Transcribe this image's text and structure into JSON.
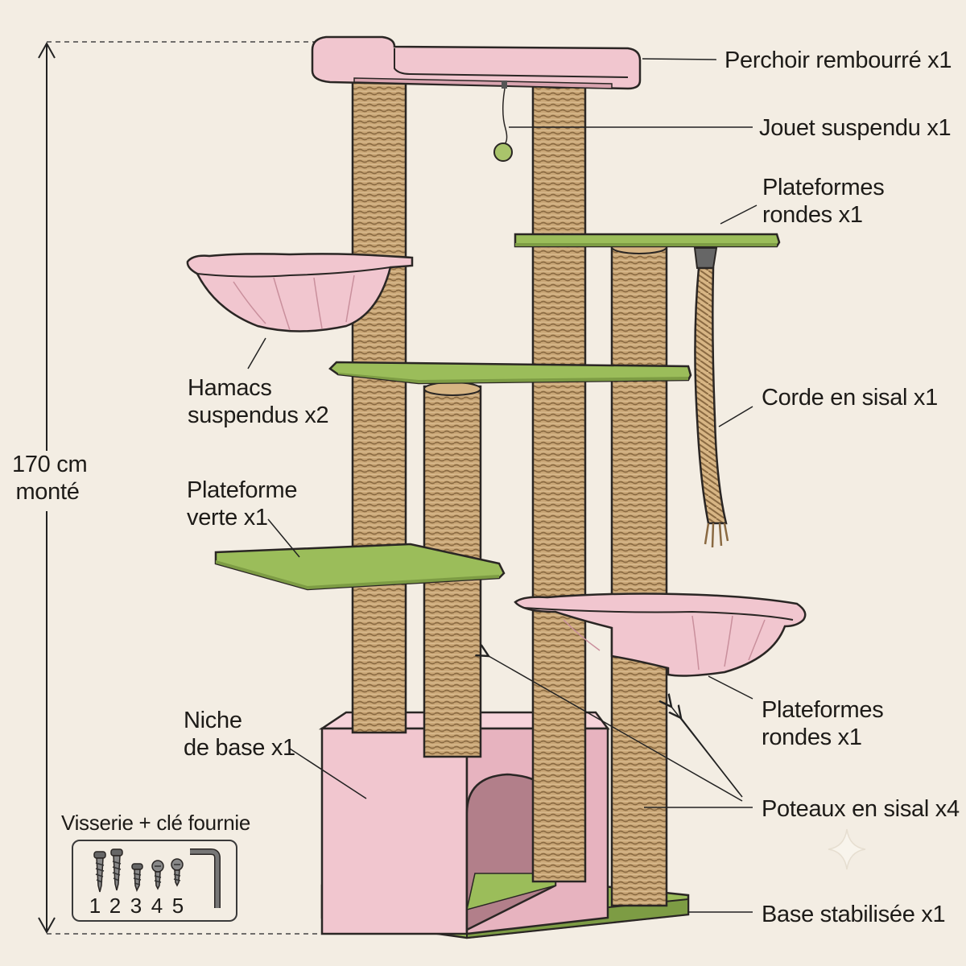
{
  "colors": {
    "background": "#f3ede3",
    "pink": "#f1c6cf",
    "pink_shade": "#d9a4b0",
    "green": "#9bbd5a",
    "green_dark": "#7d9c44",
    "sisal": "#c9a676",
    "sisal_line": "#8a6a42",
    "outline": "#2a2624"
  },
  "dimension": {
    "line1": "170 cm",
    "line2": "monté"
  },
  "labels": {
    "perch": "Perchoir rembourré x1",
    "toy": "Jouet suspendu x1",
    "round_top": {
      "line1": "Plateformes",
      "line2": "rondes x1"
    },
    "hammocks": {
      "line1": "Hamacs",
      "line2": "suspendus x2"
    },
    "rope": "Corde en sisal x1",
    "green_platform": {
      "line1": "Plateforme",
      "line2": "verte x1"
    },
    "round_bottom": {
      "line1": "Plateformes",
      "line2": "rondes x1"
    },
    "niche": {
      "line1": "Niche",
      "line2": "de base x1"
    },
    "posts": "Poteaux en sisal x4",
    "base": "Base stabilisée x1"
  },
  "hardware": {
    "title": "Visserie + clé fournie",
    "numbers": [
      "1",
      "2",
      "3",
      "4",
      "5"
    ],
    "icons": [
      "long-screw-icon",
      "long-screw-icon",
      "short-screw-icon",
      "flat-screw-icon",
      "flat-screw-icon",
      "allen-key-icon"
    ]
  },
  "decoration": "sparkle-icon"
}
